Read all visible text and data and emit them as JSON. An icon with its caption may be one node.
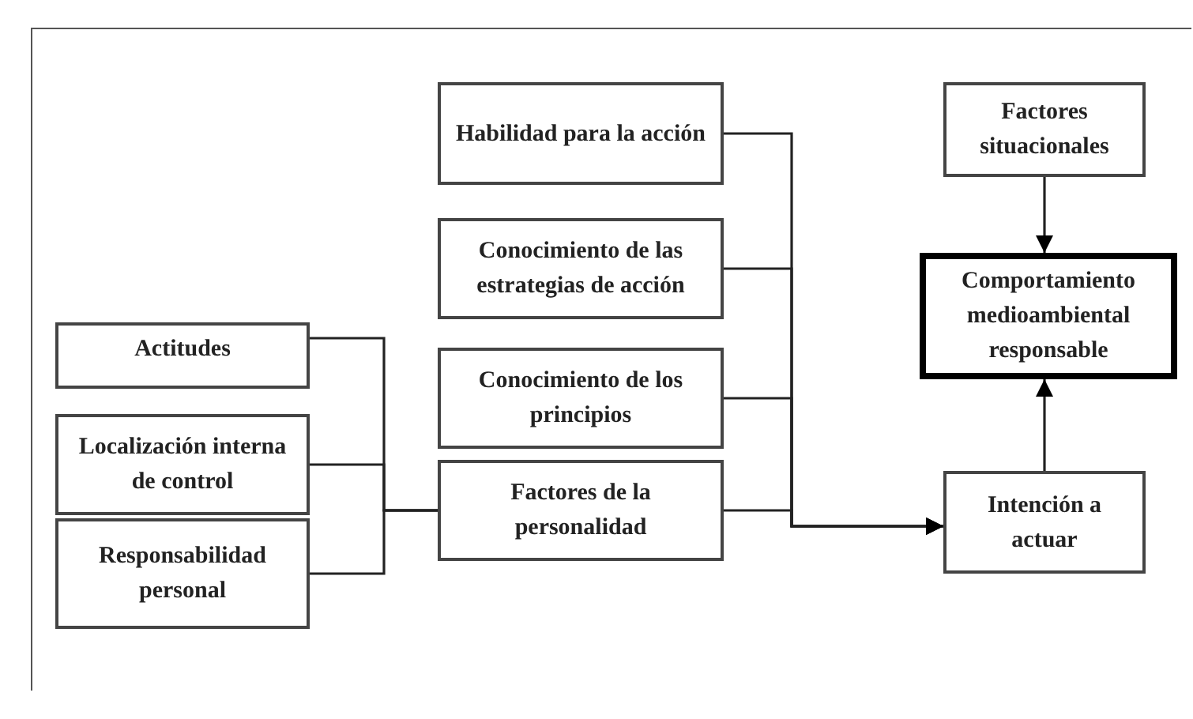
{
  "diagram": {
    "nodes": [
      {
        "text": [
          "Habilidad para la acción"
        ]
      },
      {
        "text": [
          "Conocimiento de las estrategias de acción"
        ]
      },
      {
        "text": [
          "Conocimiento de los principios"
        ]
      },
      {
        "text": [
          "Factores de la personalidad"
        ]
      },
      {
        "text": [
          "Factores situacionales"
        ]
      },
      {
        "text": [
          "Comportamiento medioambiental responsable"
        ]
      },
      {
        "text": [
          "Intención a actuar"
        ]
      },
      {
        "text": [
          "Actitudes"
        ]
      },
      {
        "text": [
          "Localización interna de control"
        ]
      },
      {
        "text": [
          "Responsabilidad personal"
        ]
      }
    ],
    "edges": [
      {
        "from": 7,
        "to": 3,
        "arrow": "none"
      },
      {
        "from": 8,
        "to": 3,
        "arrow": "none"
      },
      {
        "from": 9,
        "to": 3,
        "arrow": "none"
      },
      {
        "from": 0,
        "to": 6,
        "arrow": "to"
      },
      {
        "from": 1,
        "to": 6,
        "arrow": "to"
      },
      {
        "from": 2,
        "to": 6,
        "arrow": "to"
      },
      {
        "from": 3,
        "to": 6,
        "arrow": "to"
      },
      {
        "from": 4,
        "to": 5,
        "arrow": "to"
      },
      {
        "from": 6,
        "to": 5,
        "arrow": "to"
      }
    ]
  }
}
